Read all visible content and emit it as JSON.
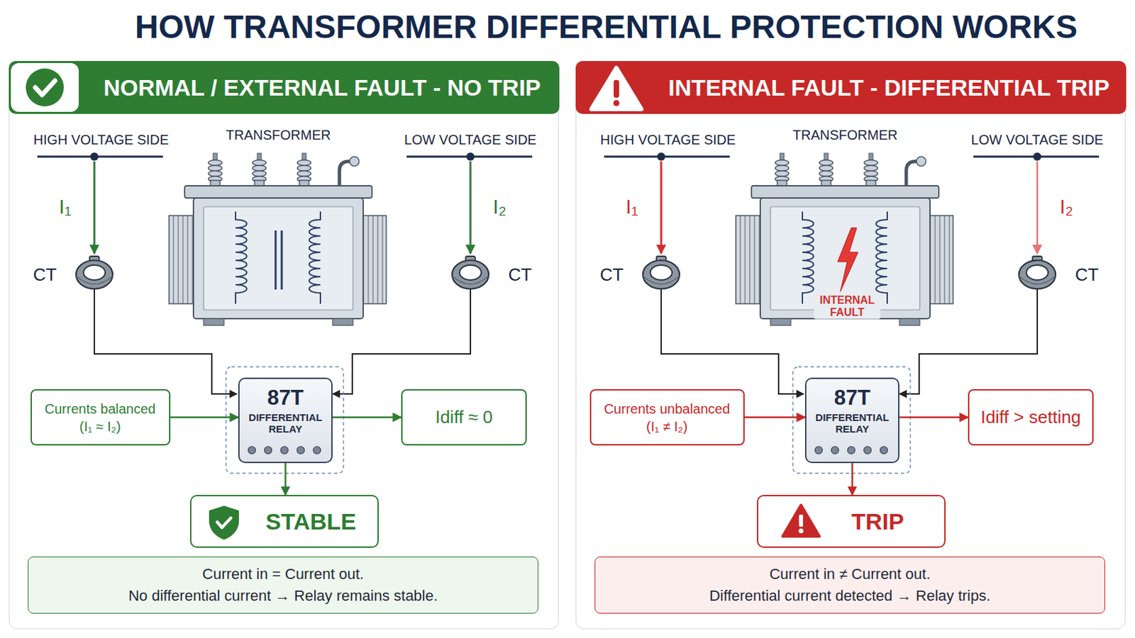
{
  "diagram": {
    "title": "HOW TRANSFORMER DIFFERENTIAL PROTECTION WORKS",
    "nodes": [
      {
        "text": [
          "NORMAL / EXTERNAL FAULT - NO TRIP"
        ]
      },
      {
        "text": [
          "Currents balanced (I₁ ≈ I₂)"
        ],
        "in": 0
      },
      {
        "text": [
          "87T",
          "DIFFERENTIAL RELAY"
        ],
        "in": 0
      },
      {
        "text": [
          "Idiff ≈ 0"
        ],
        "in": 0
      },
      {
        "text": [
          "STABLE"
        ],
        "in": 0
      },
      {
        "text": [
          "Current in = Current out.",
          "No differential current → Relay remains stable."
        ],
        "in": 0
      },
      {
        "text": [
          "INTERNAL FAULT - DIFFERENTIAL TRIP"
        ]
      },
      {
        "text": [
          "Currents unbalanced (I₁ ≠ I₂)"
        ],
        "in": 6
      },
      {
        "text": [
          "87T",
          "DIFFERENTIAL RELAY"
        ],
        "in": 6
      },
      {
        "text": [
          "Idiff > setting"
        ],
        "in": 6
      },
      {
        "text": [
          "TRIP"
        ],
        "in": 6
      },
      {
        "text": [
          "Current in ≠ Current out.",
          "Differential current detected → Relay trips."
        ],
        "in": 6
      }
    ],
    "edges": [
      {
        "from": 1,
        "to": 2,
        "arrow": "to"
      },
      {
        "from": 2,
        "to": 3,
        "arrow": "to"
      },
      {
        "from": 2,
        "to": 4,
        "arrow": "to"
      },
      {
        "from": 7,
        "to": 8,
        "arrow": "to"
      },
      {
        "from": 8,
        "to": 9,
        "arrow": "to"
      },
      {
        "from": 8,
        "to": 10,
        "arrow": "to"
      }
    ],
    "labels": [
      "HIGH VOLTAGE SIDE",
      "TRANSFORMER",
      "LOW VOLTAGE SIDE",
      "I₁",
      "I₂",
      "CT",
      "CT",
      "HIGH VOLTAGE SIDE",
      "TRANSFORMER",
      "LOW VOLTAGE SIDE",
      "I₁",
      "I₂",
      "CT",
      "CT",
      "INTERNAL FAULT"
    ]
  }
}
